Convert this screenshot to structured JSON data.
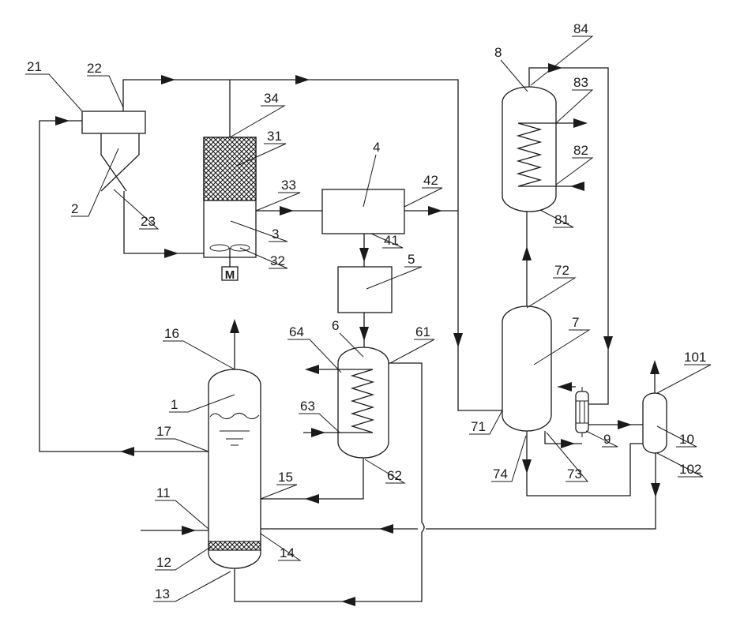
{
  "labels": {
    "l1": "1",
    "l2": "2",
    "l3": "3",
    "l4": "4",
    "l5": "5",
    "l6": "6",
    "l7": "7",
    "l8": "8",
    "l9": "9",
    "l10": "10",
    "l11": "11",
    "l12": "12",
    "l13": "13",
    "l14": "14",
    "l15": "15",
    "l16": "16",
    "l17": "17",
    "l21": "21",
    "l22": "22",
    "l23": "23",
    "l31": "31",
    "l32": "32",
    "l33": "33",
    "l34": "34",
    "l41": "41",
    "l42": "42",
    "l61": "61",
    "l62": "62",
    "l63": "63",
    "l64": "64",
    "l71": "71",
    "l72": "72",
    "l73": "73",
    "l74": "74",
    "l81": "81",
    "l82": "82",
    "l83": "83",
    "l84": "84",
    "l101": "101",
    "l102": "102"
  },
  "motor_label": "M"
}
